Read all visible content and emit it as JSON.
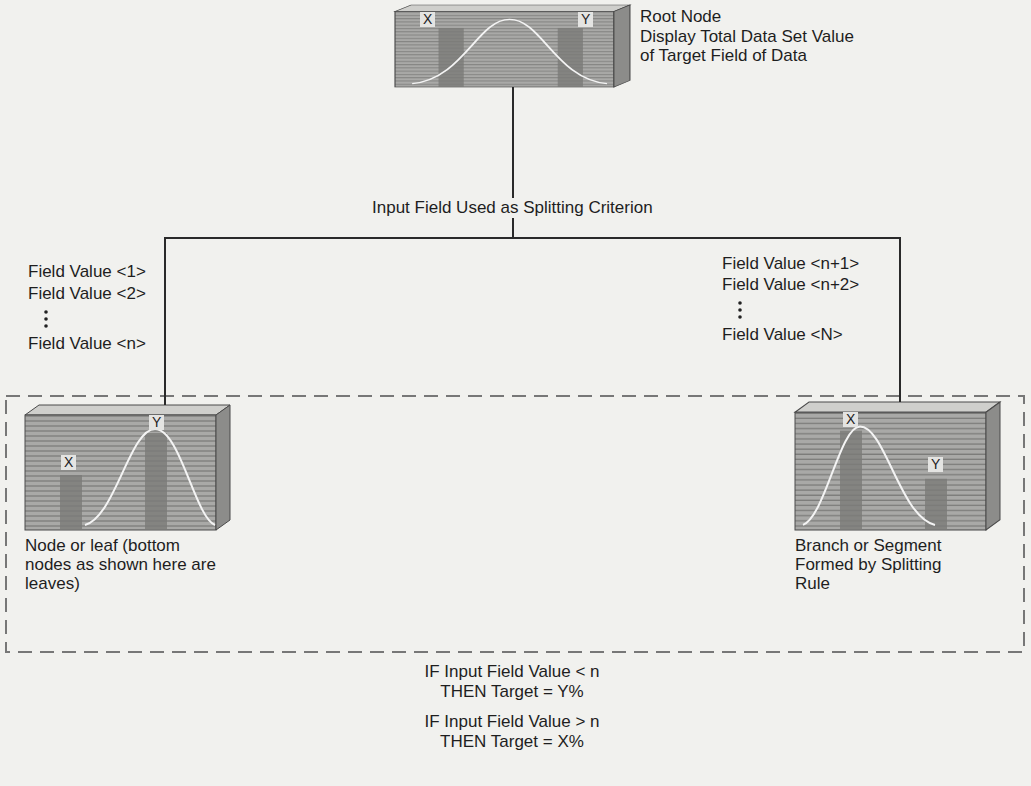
{
  "diagram": {
    "nodes": [
      {
        "text": [
          "X",
          "Y",
          "Root Node",
          "Display Total Data Set Value of Target Field of Data"
        ]
      },
      {
        "text": [
          "X",
          "Y",
          "Node or leaf (bottom nodes as shown here are leaves)"
        ]
      },
      {
        "text": [
          "X",
          "Y",
          "Branch or Segment Formed by Splitting Rule"
        ]
      }
    ],
    "edges": [
      {
        "from": 0,
        "to": 1,
        "arrow": "none"
      },
      {
        "from": 0,
        "to": 2,
        "arrow": "none"
      }
    ],
    "labels": [
      "Input Field Used as Splitting Criterion",
      "Field Value <1>",
      "Field Value <2>",
      "Field Value <n>",
      "Field Value <n+1>",
      "Field Value <n+2>",
      "Field Value <N>",
      "IF Input Field Value < n THEN Target = Y%",
      "IF Input Field Value > n THEN Target = X%"
    ]
  }
}
